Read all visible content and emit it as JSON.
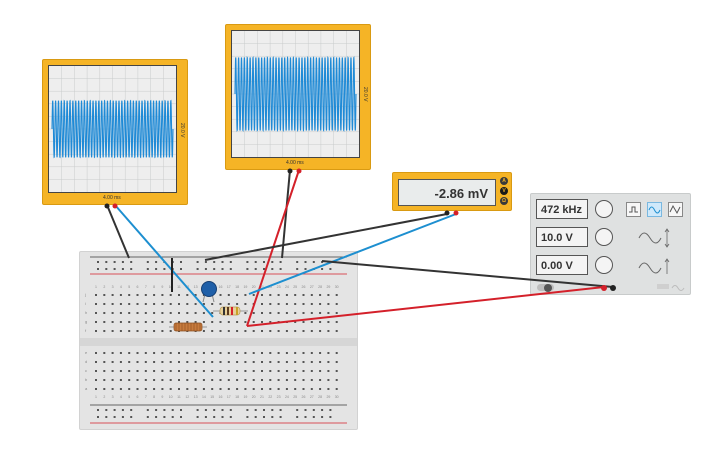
{
  "oscilloscope_left": {
    "time_label": "4.00 ms",
    "volt_label": "20.0 V",
    "trace_color": "#1f8ad6",
    "cycles": 42,
    "amplitude": 0.45
  },
  "oscilloscope_right": {
    "time_label": "4.00 ms",
    "volt_label": "20.0 V",
    "trace_color": "#1f8ad6",
    "cycles": 42,
    "amplitude": 0.58
  },
  "multimeter": {
    "reading": "-2.86 mV",
    "buttons": [
      "A",
      "V",
      "Ω"
    ]
  },
  "function_generator": {
    "frequency": "472 kHz",
    "amplitude": "10.0 V",
    "dc_offset": "0.00 V",
    "waveforms": [
      "square",
      "sine",
      "triangle"
    ],
    "selected_waveform": "sine"
  },
  "breadboard": {
    "row_letters_top": [
      "j",
      "i",
      "h",
      "g",
      "f"
    ],
    "row_letters_bottom": [
      "e",
      "d",
      "c",
      "b",
      "a"
    ]
  },
  "colors": {
    "orange": "#f5b426",
    "wire_red": "#d4202a",
    "wire_black": "#333333",
    "wire_blue": "#1d8fd0"
  }
}
